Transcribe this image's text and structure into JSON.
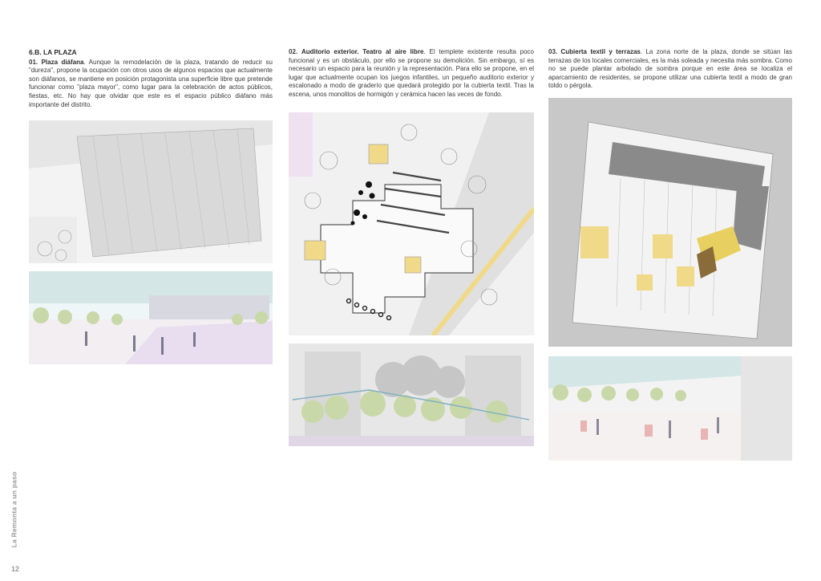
{
  "section": {
    "title": "6.B. LA PLAZA"
  },
  "col1": {
    "num": "01.",
    "heading": "Plaza diáfana",
    "body": ". Aunque la remodelación de la plaza, tratando de reducir su \"dureza\", propone la ocupación con otros usos de algunos espacios que actualmente son diáfanos, se mantiene en posición protagonista una superficie libre que pretende funcionar como \"plaza mayor\", como lugar para la celebración de actos públicos, fiestas, etc. No hay que olvidar que este es el espacio público diáfano más importante del distrito."
  },
  "col2": {
    "num": "02.",
    "heading": "Auditorio exterior. Teatro al aire libre",
    "body": ". El templete existente resulta poco funcional y es un obstáculo, por ello se propone su demolición. Sin embargo, sí es necesario un espacio para la reunión y la representación. Para ello se propone, en el lugar que actualmente ocupan los juegos infantiles, un pequeño auditorio exterior y escalonado a modo de graderío que quedará protegido por la cubierta textil. Tras la escena, unos monolitos de hormigón y cerámica hacen las veces de fondo."
  },
  "col3": {
    "num": "03.",
    "heading": "Cubierta textil y terrazas",
    "body": ". La zona norte de la plaza, donde se sitúan las terrazas de los locales comerciales, es la más soleada y necesita más sombra. Como no se puede plantar arbolado de sombra porque en este área se localiza el aparcamiento de residentes, se propone utilizar una cubierta textil a modo de gran toldo o pérgola."
  },
  "sidebar": {
    "label": "La Remonta a un paso"
  },
  "page": {
    "number": "12"
  },
  "colors": {
    "tree": "#c9d8a8",
    "canopy": "#d4e6e6",
    "yellow": "#f1d98a",
    "building": "#c8c8c8"
  }
}
